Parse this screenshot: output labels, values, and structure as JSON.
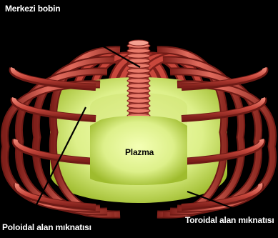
{
  "labels": {
    "central_solenoid": "Merkezi bobin",
    "plasma": "Plazma",
    "poloidal_magnets": "Poloidal alan mıknatısı",
    "toroidal_magnets": "Toroidal alan mıknatısı"
  },
  "colors": {
    "background": "#000000",
    "coil": "#c8473c",
    "coil_highlight": "#f08a7a",
    "coil_shadow": "#7e1f1a",
    "plasma": "#ddf08a",
    "plasma_shadow": "#9fbc2e",
    "leader_line": "#000000",
    "label_text": "#ffffff"
  }
}
